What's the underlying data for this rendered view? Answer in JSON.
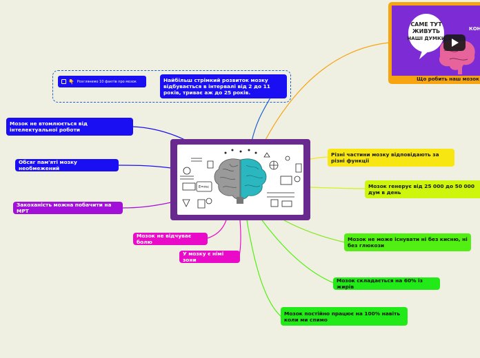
{
  "central": {
    "image_icons": [
      "brain-icon",
      "formula-icon",
      "science-icons"
    ],
    "formula": "E=mc"
  },
  "video": {
    "caption": "Що робить наш мозок",
    "title_lines": [
      "САМЕ ТУТ",
      "ЖИВУТЬ",
      "НАШІ ДУМКИ"
    ],
    "side_text": "КОНТ",
    "icon": "play-icon"
  },
  "facts_group": {
    "chip_label": "Розглянемо 10 фактів про мозок",
    "chip_icon": "pointing-hand-icon",
    "node": "Найбільш стрімкий розвиток мозку відбувається в інтервалі від 2 до 11 років, триває аж до 25 років."
  },
  "nodes": {
    "tired": "Мозок не втомлюється від інтелектуальної роботи",
    "memory": "Обсяг пам'яті мозку необмежений",
    "love": "Закоханість можна побачити на МРТ",
    "pain": "Мозок не відчуває болю",
    "silent": "У мозку є німі зони",
    "parts": "Різні частини мозку відповідають за різні функції",
    "power": "Мозок генерує від 25 000 до 50 000 дум в день",
    "oxygen": "Мозок не може існувати ні без кисню, ні без глюкози",
    "fat": "Мозок складається на 60% із жирів",
    "sleep": "Мозок постійно працює на 100% навіть коли ми спимо"
  },
  "colors": {
    "background": "#efefe2",
    "central": "#682a8f",
    "blue": "#1a0ef2",
    "purple": "#a20fd8",
    "magenta": "#ea0bc9",
    "yellow": "#f7e611",
    "lime": "#cef50c",
    "green": "#52f012",
    "video_frame": "#f7a411"
  }
}
